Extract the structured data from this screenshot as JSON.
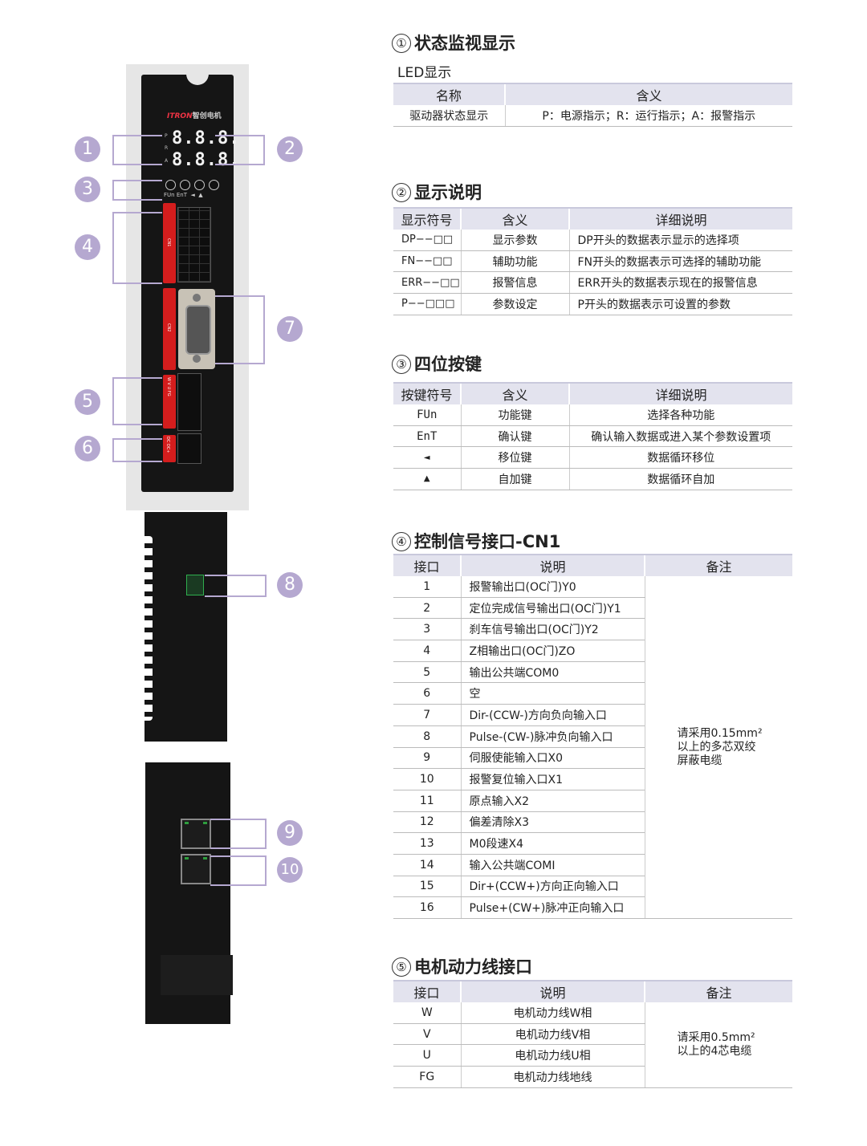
{
  "sec1": {
    "num": "①",
    "title": "状态监视显示",
    "sub": "LED显示",
    "headers": [
      "名称",
      "含义"
    ],
    "rows": [
      [
        "驱动器状态显示",
        "P：电源指示；R：运行指示；A：报警指示"
      ]
    ]
  },
  "sec2": {
    "num": "②",
    "title": "显示说明",
    "headers": [
      "显示符号",
      "含义",
      "详细说明"
    ],
    "rows": [
      [
        "DP−−□□",
        "显示参数",
        "DP开头的数据表示显示的选择项"
      ],
      [
        "FN−−□□",
        "辅助功能",
        "FN开头的数据表示可选择的辅助功能"
      ],
      [
        "ERR−−□□",
        "报警信息",
        "ERR开头的数据表示现在的报警信息"
      ],
      [
        "P−−□□□",
        "参数设定",
        "P开头的数据表示可设置的参数"
      ]
    ]
  },
  "sec3": {
    "num": "③",
    "title": "四位按键",
    "headers": [
      "按键符号",
      "含义",
      "详细说明"
    ],
    "rows": [
      [
        "FUn",
        "功能键",
        "选择各种功能"
      ],
      [
        "EnT",
        "确认键",
        "确认输入数据或进入某个参数设置项"
      ],
      [
        "◄",
        "移位键",
        "数据循环移位"
      ],
      [
        "▲",
        "自加键",
        "数据循环自加"
      ]
    ]
  },
  "sec4": {
    "num": "④",
    "title": "控制信号接口-CN1",
    "headers": [
      "接口",
      "说明",
      "备注"
    ],
    "rows": [
      [
        "1",
        "报警输出口(OC门)Y0"
      ],
      [
        "2",
        "定位完成信号输出口(OC门)Y1"
      ],
      [
        "3",
        "刹车信号输出口(OC门)Y2"
      ],
      [
        "4",
        "Z相输出口(OC门)ZO"
      ],
      [
        "5",
        "输出公共端COM0"
      ],
      [
        "6",
        "空"
      ],
      [
        "7",
        "Dir-(CCW-)方向负向输入口"
      ],
      [
        "8",
        "Pulse-(CW-)脉冲负向输入口"
      ],
      [
        "9",
        "伺服使能输入口X0"
      ],
      [
        "10",
        "报警复位输入口X1"
      ],
      [
        "11",
        "原点输入X2"
      ],
      [
        "12",
        "偏差清除X3"
      ],
      [
        "13",
        "M0段速X4"
      ],
      [
        "14",
        "输入公共端COMI"
      ],
      [
        "15",
        "Dir+(CCW+)方向正向输入口"
      ],
      [
        "16",
        "Pulse+(CW+)脉冲正向输入口"
      ]
    ],
    "note": [
      "请采用0.15mm²",
      "以上的多芯双绞",
      "屏蔽电缆"
    ]
  },
  "sec5": {
    "num": "⑤",
    "title": "电机动力线接口",
    "headers": [
      "接口",
      "说明",
      "备注"
    ],
    "rows": [
      [
        "W",
        "电机动力线W相"
      ],
      [
        "V",
        "电机动力线V相"
      ],
      [
        "U",
        "电机动力线U相"
      ],
      [
        "FG",
        "电机动力线地线"
      ]
    ],
    "note": [
      "请采用0.5mm²",
      "以上的4芯电缆"
    ]
  },
  "device": {
    "brand": "ITRON",
    "brand_cn": "智创电机",
    "seg1": "8.8.8.",
    "seg2": "8.8.8.",
    "led_p": "P",
    "led_r": "R",
    "led_a": "A",
    "key_fun": "FUn",
    "key_ent": "EnT",
    "key_left": "◄",
    "key_up": "▲",
    "cn1": "CN1",
    "cn2": "CN2",
    "w": "W",
    "v": "V",
    "u": "U",
    "fg": "FG",
    "dc": "DC",
    "dc_plus": "DC+"
  },
  "callouts": [
    "1",
    "2",
    "3",
    "4",
    "5",
    "6",
    "7",
    "8",
    "9",
    "10"
  ],
  "colors": {
    "callout": "#b5a8d0",
    "header_bg": "#e3e3ee",
    "terminal_red": "#d41d1d"
  }
}
